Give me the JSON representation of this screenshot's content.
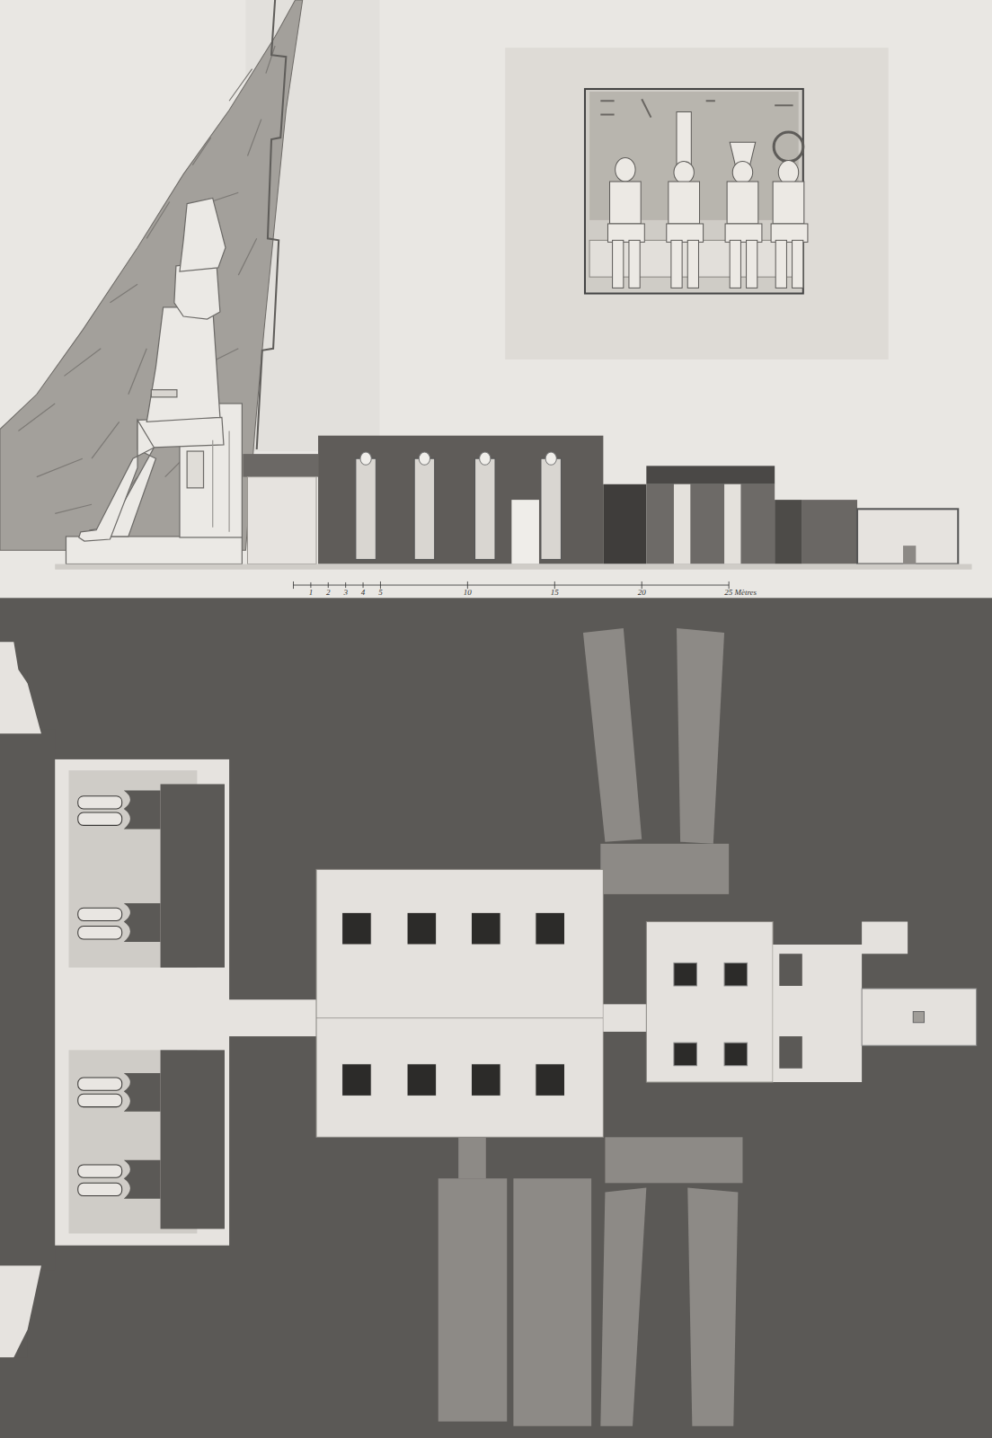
{
  "diagram": {
    "labels": [
      "1",
      "2",
      "3",
      "4",
      "5",
      "10",
      "15",
      "20",
      "25 Mètres"
    ]
  }
}
